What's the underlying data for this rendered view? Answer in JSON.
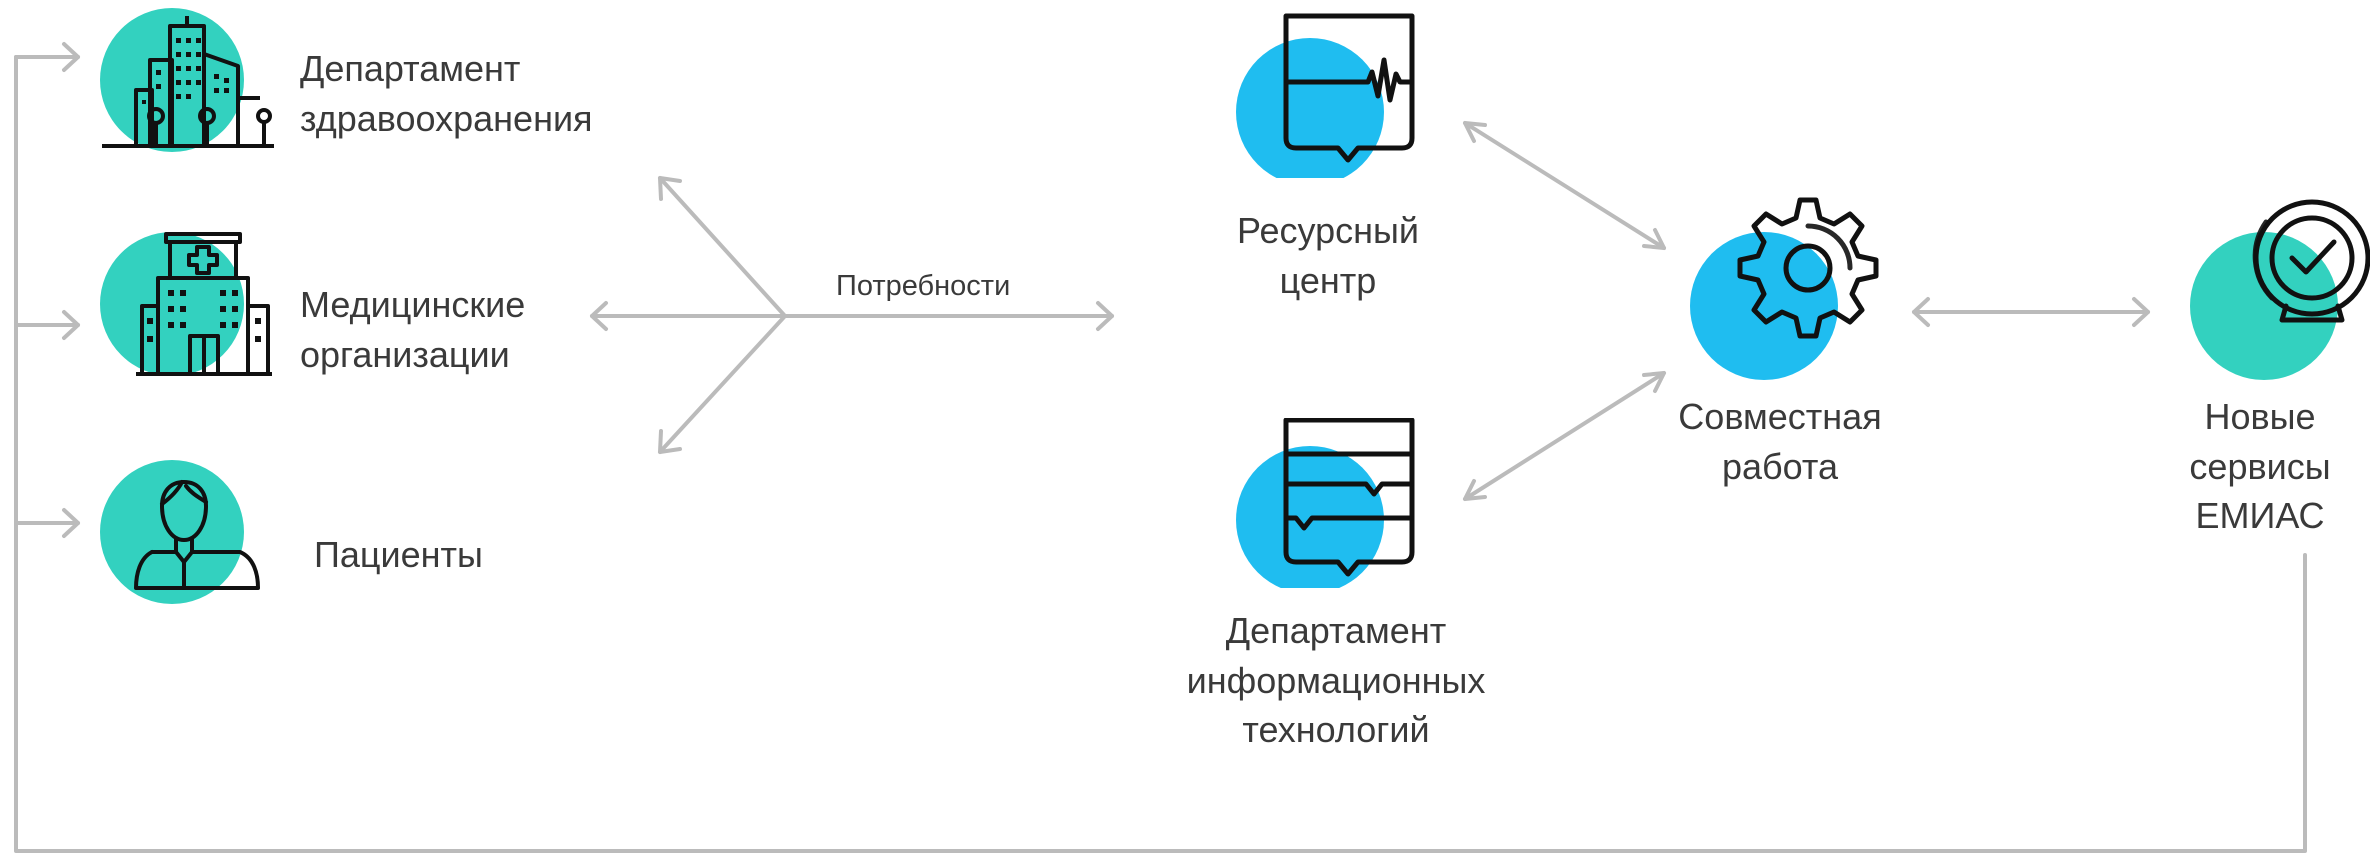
{
  "colors": {
    "teal": "#33d1bf",
    "blue": "#1fbdf0",
    "arrow": "#bbbbbb",
    "icon_stroke": "#111111",
    "text": "#3a3a3a"
  },
  "nodes": {
    "health_department": {
      "label": "Департамент здравоохранения",
      "icon": "city-buildings-icon",
      "accent": "teal"
    },
    "medical_organizations": {
      "label": "Медицинские организации",
      "icon": "hospital-icon",
      "accent": "teal"
    },
    "patients": {
      "label": "Пациенты",
      "icon": "patient-icon",
      "accent": "teal"
    },
    "resource_center": {
      "label": "Ресурсный центр",
      "icon": "shield-heartbeat-icon",
      "accent": "blue"
    },
    "it_department": {
      "label": "Департамент информационных технологий",
      "icon": "shield-chat-icon",
      "accent": "blue"
    },
    "joint_work": {
      "label": "Совместная работа",
      "icon": "gear-icon",
      "accent": "blue"
    },
    "new_services": {
      "label": "Новые сервисы ЕМИАС",
      "icon": "checkmark-badge-icon",
      "accent": "teal"
    }
  },
  "edges": {
    "needs_label": "Потребности"
  }
}
